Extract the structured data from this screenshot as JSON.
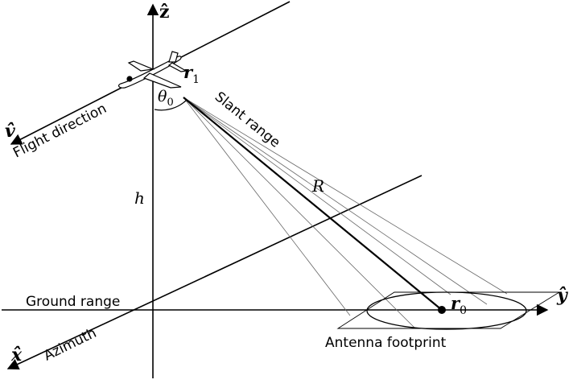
{
  "axes": {
    "z_label": "ẑ",
    "y_label": "ŷ",
    "x_label": "x̂",
    "v_label": "v̂"
  },
  "labels": {
    "flight_direction": "Flight direction",
    "slant_range": "Slant range",
    "ground_range": "Ground range",
    "azimuth": "Azimuth",
    "antenna_footprint": "Antenna footprint",
    "h": "h",
    "R": "R",
    "theta0": "θ",
    "theta0_sub": "0",
    "r1": "r",
    "r1_sub": "1",
    "r0": "r",
    "r0_sub": "0"
  }
}
